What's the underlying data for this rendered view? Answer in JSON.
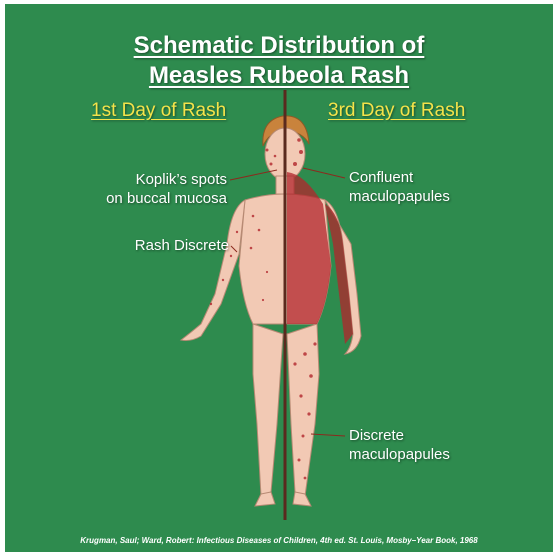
{
  "title": {
    "line1": "Schematic Distribution of",
    "line2": "Measles Rubeola Rash"
  },
  "days": {
    "left": "1st Day of Rash",
    "right": "3rd Day of Rash"
  },
  "annotations": {
    "koplik_line1": "Koplik’s spots",
    "koplik_line2": "on buccal mucosa",
    "confluent_line1": "Confluent",
    "confluent_line2": "maculopapules",
    "rash_discrete": "Rash Discrete",
    "discrete_line1": "Discrete",
    "discrete_line2": "maculopapules"
  },
  "citation": "Krugman, Saul; Ward, Robert: Infectious Diseases of Children, 4th ed. St. Louis, Mosby–Year Book, 1968",
  "colors": {
    "background": "#2e8b4e",
    "title_text": "#ffffff",
    "day_text": "#f4e34a",
    "skin": "#f2c9b4",
    "rash": "#b2262c",
    "divider": "#5a2a1e",
    "hair": "#c9833c"
  }
}
